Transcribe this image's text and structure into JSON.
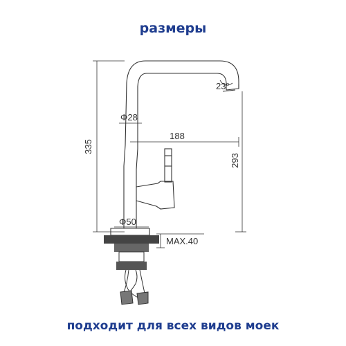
{
  "title": "размеры",
  "footer": "подходит для всех видов моек",
  "dimensions": {
    "height_total": "335",
    "height_spout": "293",
    "reach": "188",
    "angle": "23°",
    "body_diameter": "Φ28",
    "base_diameter": "Φ50",
    "max_thickness": "MAX.40"
  },
  "colors": {
    "text_accent": "#1f3d8f",
    "line": "#333333"
  }
}
